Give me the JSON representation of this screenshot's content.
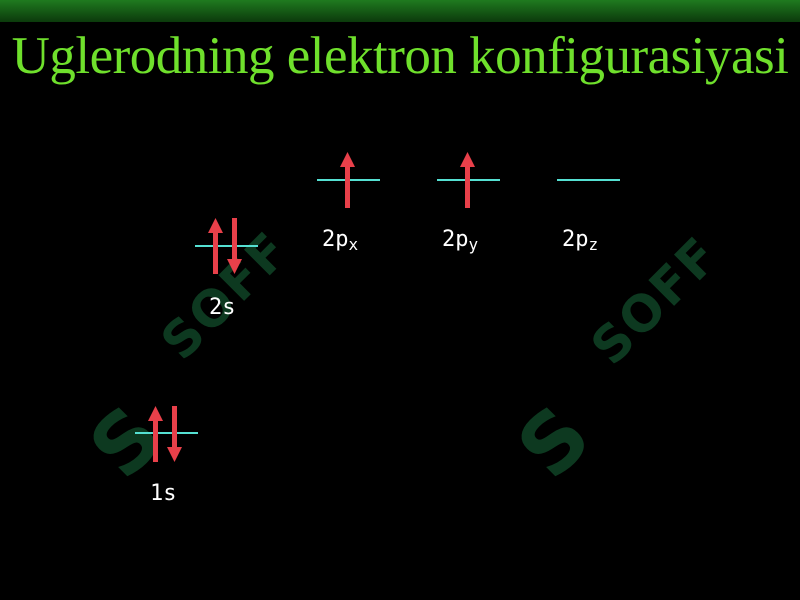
{
  "title": "Uglerodning elektron konfigurasiyasi",
  "watermark": {
    "symbol": "S",
    "text": "SOFF"
  },
  "colors": {
    "title": "#6fe02c",
    "level_line": "#55e0d2",
    "arrow": "#e8404a",
    "label": "#ffffff",
    "background": "#000000"
  },
  "orbitals": [
    {
      "id": "1s",
      "label_main": "1s",
      "label_sub": "",
      "electrons": [
        "up",
        "down"
      ]
    },
    {
      "id": "2s",
      "label_main": "2s",
      "label_sub": "",
      "electrons": [
        "up",
        "down"
      ]
    },
    {
      "id": "2px",
      "label_main": "2p",
      "label_sub": "x",
      "electrons": [
        "up"
      ]
    },
    {
      "id": "2py",
      "label_main": "2p",
      "label_sub": "y",
      "electrons": [
        "up"
      ]
    },
    {
      "id": "2pz",
      "label_main": "2p",
      "label_sub": "z",
      "electrons": []
    }
  ]
}
